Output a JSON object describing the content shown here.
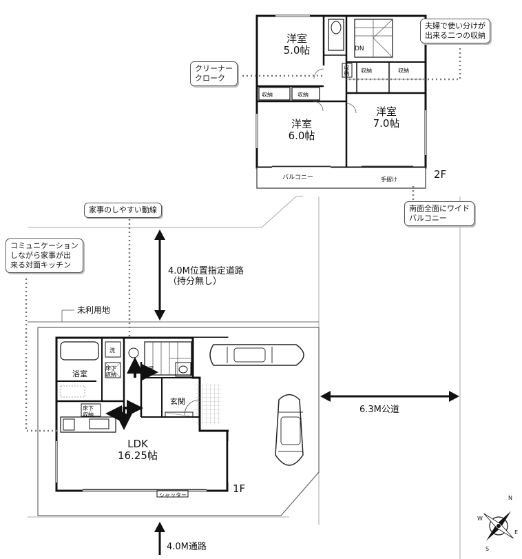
{
  "floors": {
    "second": {
      "label": "2F",
      "rooms": [
        {
          "name": "洋室",
          "size": "5.0帖"
        },
        {
          "name": "洋室",
          "size": "6.0帖"
        },
        {
          "name": "洋室",
          "size": "7.0帖"
        }
      ],
      "storage": "収納",
      "balcony": "バルコニー",
      "handrail": "手摺け",
      "stairs": "DN"
    },
    "first": {
      "label": "1F",
      "ldk": {
        "name": "LDK",
        "size": "16.25帖"
      },
      "bath": "浴室",
      "entrance": "玄関",
      "underfloor": "床下\n収納",
      "shutter": "シャッター",
      "stairs": "UP",
      "wash": "洗"
    }
  },
  "callouts": {
    "storage": "夫婦で使い分けが\n出来る二つの収納",
    "cleaner": "クリーナー\nクローク",
    "balcony": "南面全面にワイド\nバルコニー",
    "housework": "家事のしやすい動線",
    "kitchen": "コミュニケーション\nしながら家事が出\n来る対面キッチン"
  },
  "roads": {
    "north": "4.0M位置指定道路\n（持分無し）",
    "east": "6.3M公道",
    "south": "4.0M通路"
  },
  "site": {
    "unused": "未利用地"
  },
  "compass": {
    "n": "N",
    "e": "E",
    "s": "S",
    "w": "W"
  }
}
